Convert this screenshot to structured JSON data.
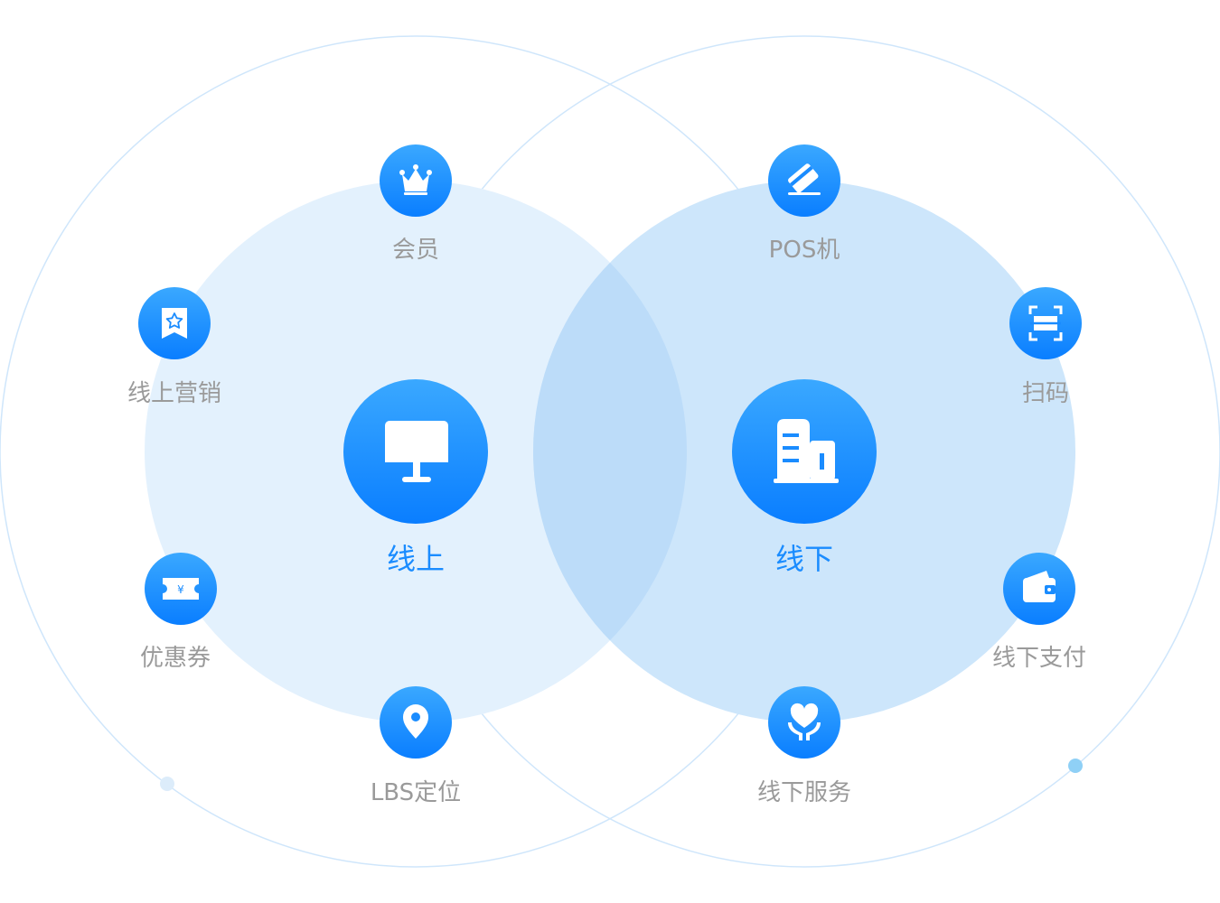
{
  "colors": {
    "outer_ring": "#cfe6fb",
    "left_fill": "#e3f1fd",
    "right_fill": "#cde6fb",
    "overlap_fill": "#bcdcf9",
    "icon_top": "#3aa8ff",
    "icon_bottom": "#0a7eff",
    "node_label": "#9a9a9a",
    "hub_label": "#1a8cff",
    "dot_left": "#dcecfa",
    "dot_right": "#8fd0f6"
  },
  "hubs": {
    "online": {
      "label": "线上",
      "icon": "monitor-icon"
    },
    "offline": {
      "label": "线下",
      "icon": "building-icon"
    }
  },
  "nodes": {
    "member": {
      "label": "会员",
      "icon": "crown-icon"
    },
    "online_marketing": {
      "label": "线上营销",
      "icon": "bookmark-star-icon"
    },
    "coupon": {
      "label": "优惠券",
      "icon": "yuan-ticket-icon"
    },
    "lbs": {
      "label": "LBS定位",
      "icon": "location-pin-icon"
    },
    "pos": {
      "label": "POS机",
      "icon": "card-swipe-icon"
    },
    "scan": {
      "label": "扫码",
      "icon": "scan-frame-icon"
    },
    "offline_payment": {
      "label": "线下支付",
      "icon": "wallet-icon"
    },
    "offline_service": {
      "label": "线下服务",
      "icon": "heart-hands-icon"
    }
  }
}
